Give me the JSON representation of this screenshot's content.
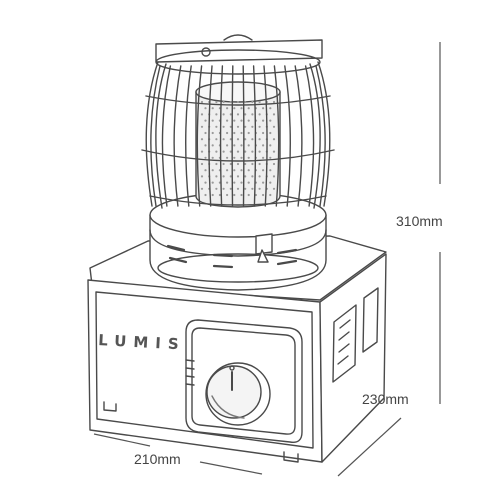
{
  "brand": {
    "name": "LUMIS"
  },
  "dimensions": {
    "height": "310mm",
    "depth": "230mm",
    "width": "210mm"
  },
  "colors": {
    "line": "#4a4a4a",
    "fill": "#ffffff",
    "shade": "#e6e6e6",
    "text": "#444444"
  }
}
